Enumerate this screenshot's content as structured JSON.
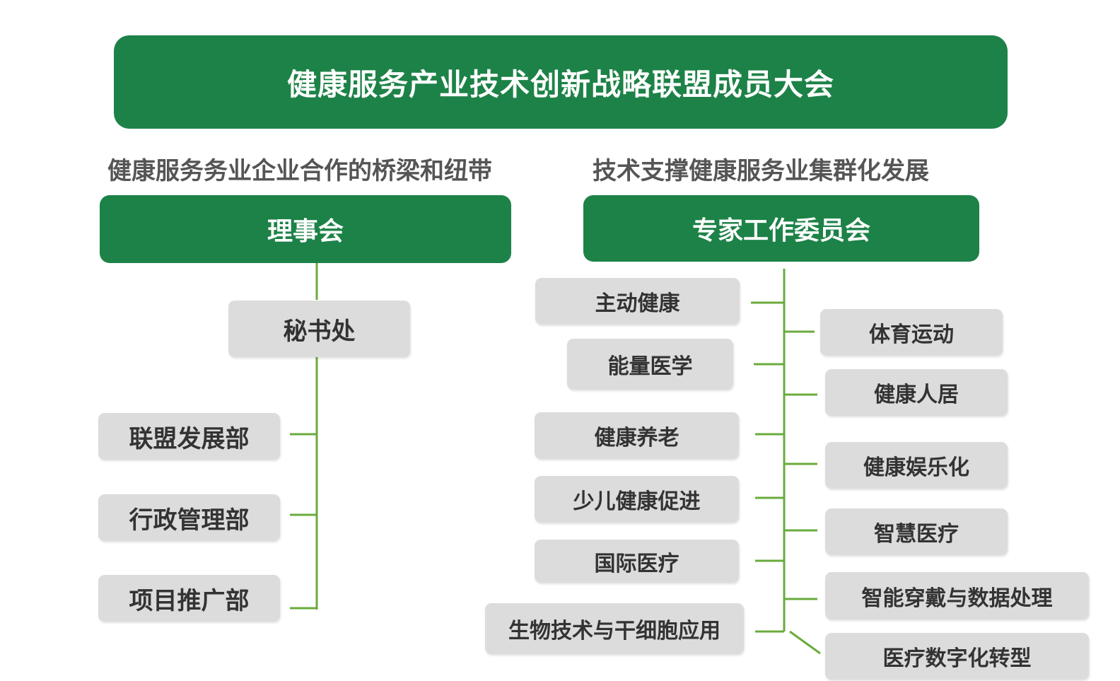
{
  "title": "健康服务产业技术创新战略联盟成员大会",
  "left": {
    "subtitle": "健康服务务业企业合作的桥梁和纽带",
    "head": "理事会",
    "secretariat": "秘书处",
    "departments": [
      "联盟发展部",
      "行政管理部",
      "项目推广部"
    ]
  },
  "right": {
    "subtitle": "技术支撑健康服务业集群化发展",
    "head": "专家工作委员会",
    "left_items": [
      "主动健康",
      "能量医学",
      "健康养老",
      "少儿健康促进",
      "国际医疗",
      "生物技术与干细胞应用"
    ],
    "right_items": [
      "体育运动",
      "健康人居",
      "健康娱乐化",
      "智慧医疗",
      "智能穿戴与数据处理",
      "医疗数字化转型"
    ]
  },
  "colors": {
    "header_green": "#1d8247",
    "box_grey": "#dcdcdc",
    "line_green": "#6aab3c"
  }
}
